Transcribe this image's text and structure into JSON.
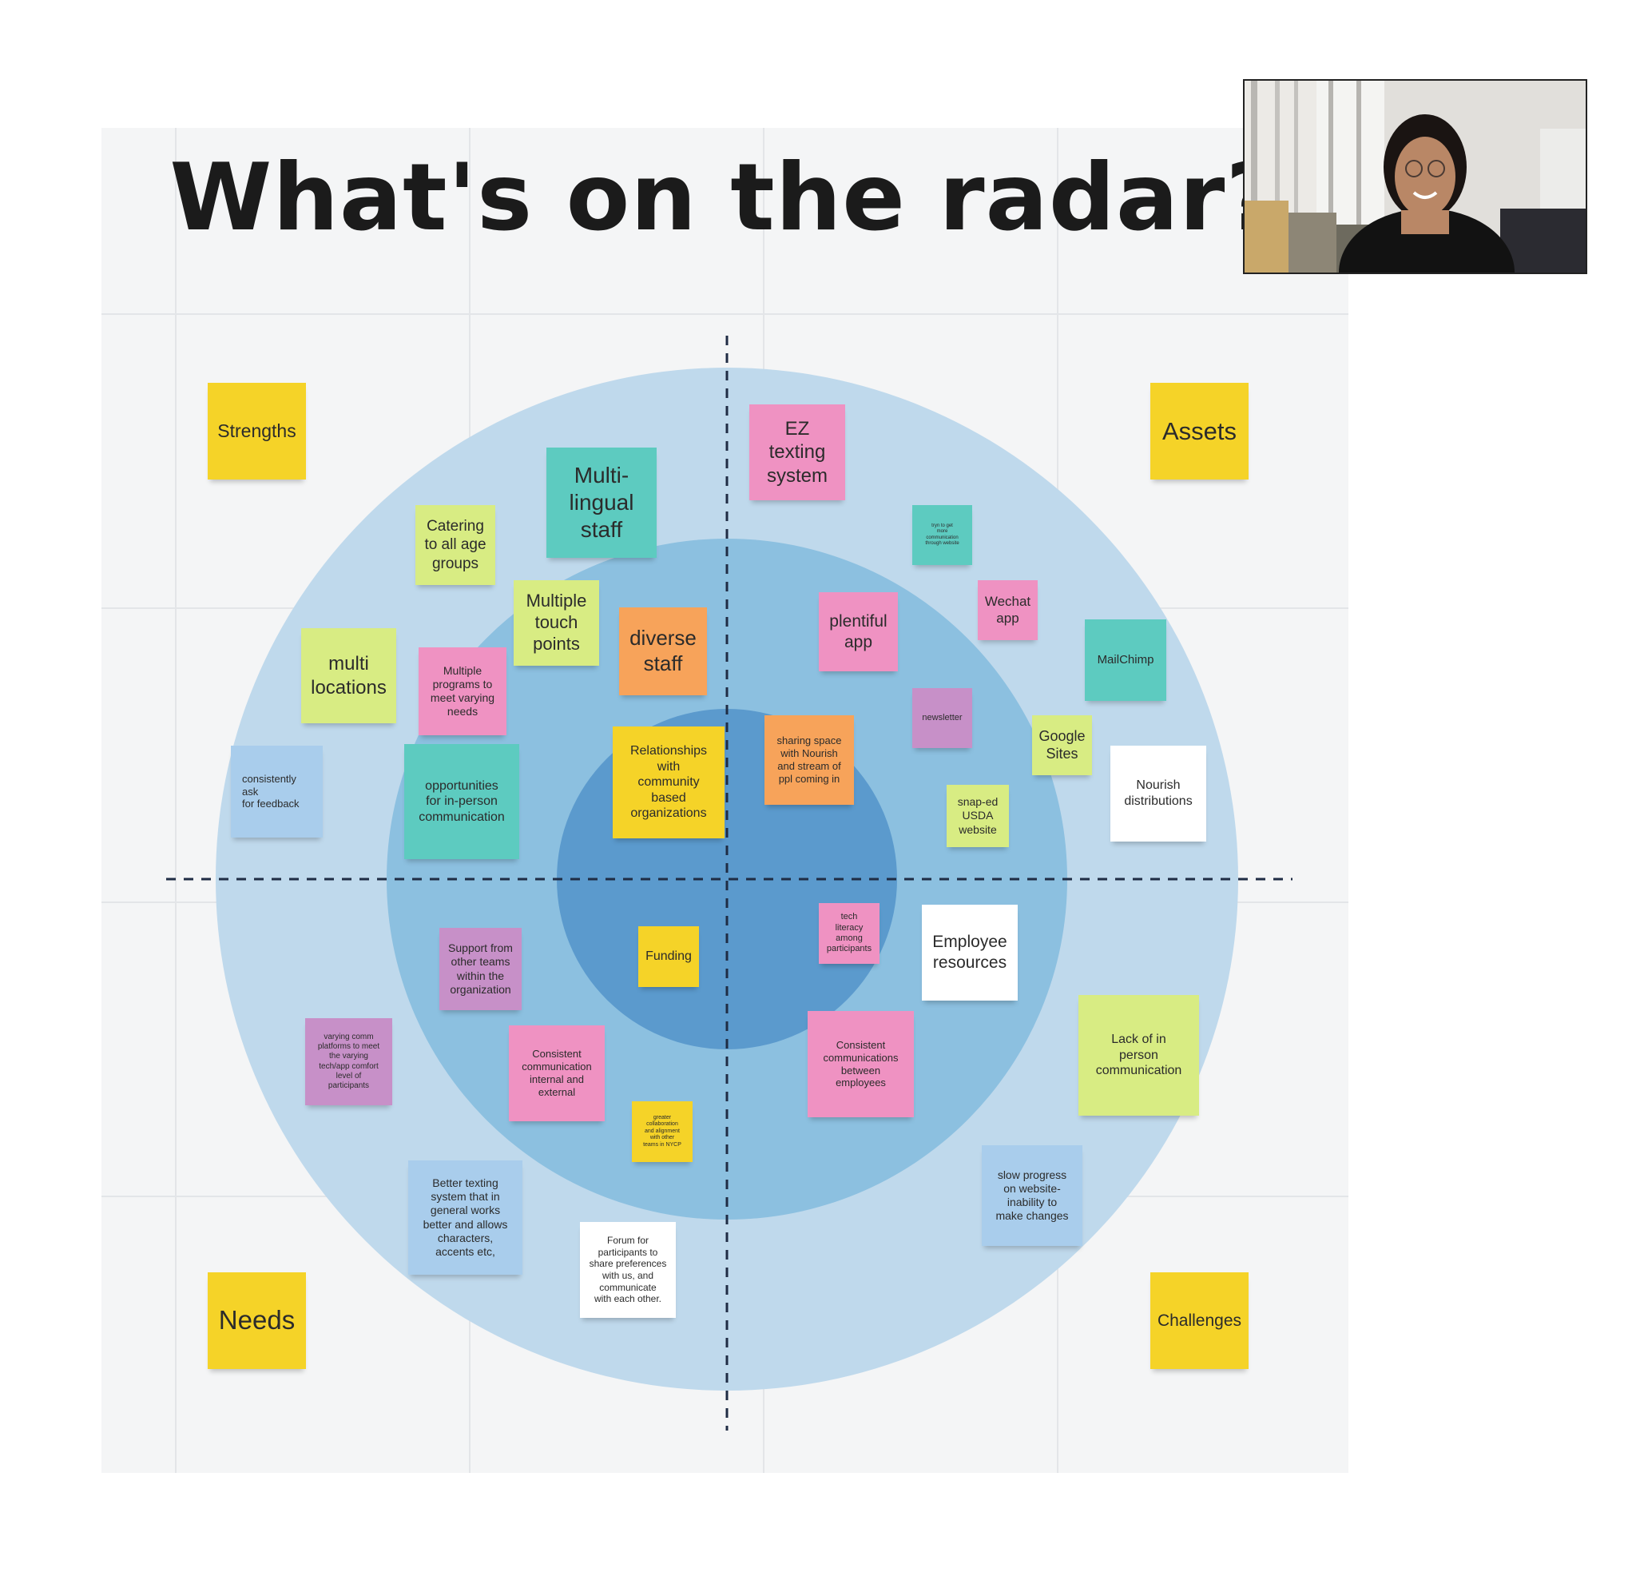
{
  "board": {
    "title": "What's on the radar?"
  },
  "quadrant_labels": {
    "strengths": "Strengths",
    "assets": "Assets",
    "needs": "Needs",
    "challenges": "Challenges"
  },
  "notes": {
    "multi_lingual_staff": "Multi-\nlingual\nstaff",
    "catering_age_groups": "Catering\nto all age\ngroups",
    "multiple_touch_points": "Multiple\ntouch\npoints",
    "diverse_staff": "diverse\nstaff",
    "multi_locations": "multi\nlocations",
    "multiple_programs": "Multiple\nprograms to\nmeet varying\nneeds",
    "consistently_ask": "consistently\nask\n for feedback",
    "opportunities_in_person": "opportunities\nfor in-person\ncommunication",
    "relationships_cbo": "Relationships\nwith\ncommunity\nbased\norganizations",
    "ez_texting": "EZ\ntexting\nsystem",
    "tiny_note": "tryn to get\nmore\ncommunication\nthrough website",
    "wechat_app": "Wechat\napp",
    "plentiful_app": "plentiful\napp",
    "mailchimp": "MailChimp",
    "newsletter": "newsletter",
    "google_sites": "Google\nSites",
    "sharing_space": "sharing space\nwith Nourish\nand stream of\nppl coming in",
    "snap_ed": "snap-ed\nUSDA\nwebsite",
    "nourish_distributions": "Nourish\ndistributions",
    "support_other_teams": "Support from\nother teams\nwithin the\norganization",
    "funding": "Funding",
    "varying_comm": "varying comm\nplatforms to meet\nthe varying\ntech/app comfort\nlevel of\nparticipants",
    "consistent_comm_internal": "Consistent\ncommunication\ninternal and\nexternal",
    "greater_collab": "greater\ncollaboration\nand alignment\nwith other\nteams in NYCP",
    "better_texting": "Better texting\nsystem that in\ngeneral works\nbetter and allows\ncharacters,\naccents etc,",
    "forum_participants": "Forum for\nparticipants to\nshare preferences\nwith us, and\ncommunicate\nwith each other.",
    "tech_literacy": "tech\nliteracy\namong\nparticipants",
    "employee_resources": "Employee\nresources",
    "consistent_comm_employees": "Consistent\ncommunications\nbetween\nemployees",
    "lack_in_person": "Lack of in\nperson\ncommunication",
    "slow_progress": "slow progress\non website-\ninability to\nmake changes"
  },
  "colors": {
    "ring_outer": "#bfd9ec",
    "ring_middle": "#8cc0e0",
    "ring_inner": "#5b9acd",
    "axis": "#1f2c44"
  }
}
